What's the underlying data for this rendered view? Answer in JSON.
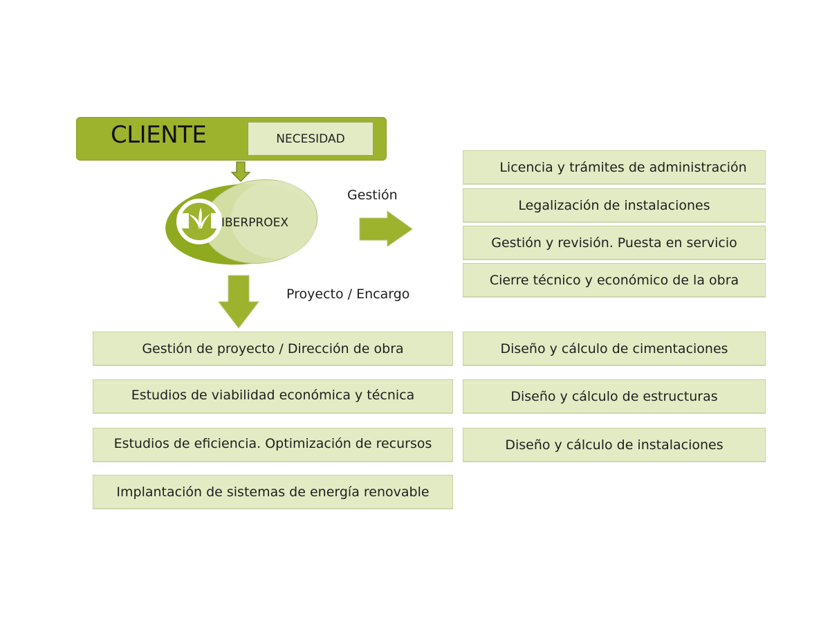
{
  "client": {
    "title": "CLIENTE",
    "need": "NECESIDAD"
  },
  "brand": {
    "name": "IBERPROEX"
  },
  "labels": {
    "management": "Gestión",
    "project": "Proyecto / Encargo"
  },
  "management_items": [
    "Licencia y trámites de administración",
    "Legalización de instalaciones",
    "Gestión y revisión. Puesta en servicio",
    "Cierre técnico y económico de la obra"
  ],
  "project_items": [
    "Gestión de proyecto / Dirección de obra",
    "Estudios de viabilidad económica y técnica",
    "Estudios de eficiencia. Optimización de recursos",
    "Implantación de sistemas de energía renovable"
  ],
  "design_items": [
    "Diseño y cálculo de cimentaciones",
    "Diseño y cálculo de estructuras",
    "Diseño y cálculo de instalaciones"
  ],
  "colors": {
    "accent": "#9db22d",
    "box_fill": "#e3ebc4",
    "box_border": "#c9d1a4"
  }
}
